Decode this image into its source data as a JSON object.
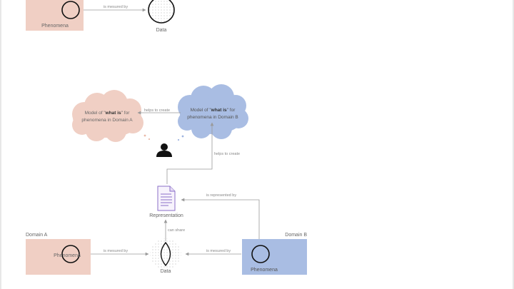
{
  "top_section": {
    "phenomena_label": "Phenomena",
    "edge_label": "is mesured by",
    "data_label": "Data"
  },
  "clouds": {
    "domain_a": {
      "line1_prefix": "Model of \"",
      "line1_bold": "what is",
      "line1_suffix": "\" for",
      "line2": "phenomena in Domain A"
    },
    "domain_b": {
      "line1_prefix": "Model of \"",
      "line1_bold": "what is",
      "line1_suffix": "\" for",
      "line2": "phenomena in Domain B"
    },
    "edge_b_to_a": "helps to create",
    "edge_rep_to_b": "helps to create"
  },
  "representation": {
    "label": "Representation",
    "edge_data_to_rep": "can share",
    "edge_b_to_rep": "is represented by"
  },
  "bottom_section": {
    "domain_a_label": "Domain A",
    "domain_b_label": "Domain B",
    "phenomena_a_label": "Phenomena",
    "phenomena_b_label": "Phenomena",
    "edge_a_to_data": "is mesured by",
    "edge_b_to_data": "is mesured by",
    "data_label": "Data"
  },
  "colors": {
    "pink": "#f0cfc4",
    "blue": "#a9bde3",
    "line": "#9a9a9a",
    "text": "#666666",
    "doc_purple": "#8b6fc7"
  }
}
